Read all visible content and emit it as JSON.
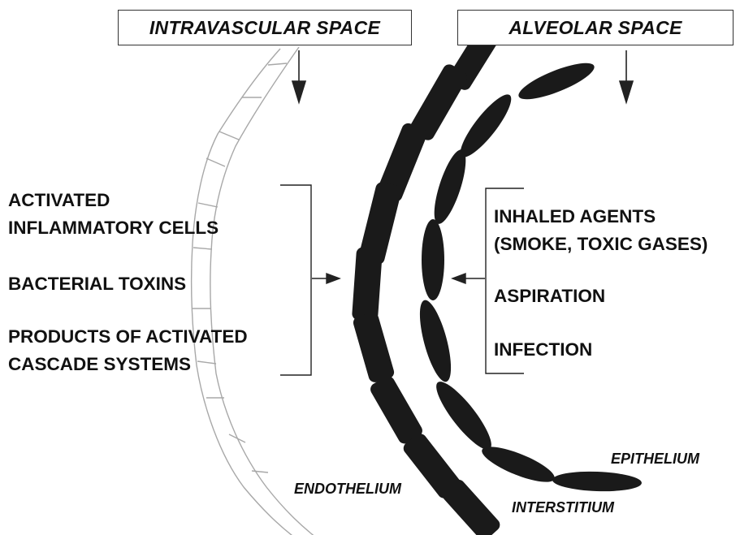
{
  "headers": {
    "intravascular": "INTRAVASCULAR  SPACE",
    "alveolar": "ALVEOLAR  SPACE"
  },
  "intravascular_factors": {
    "activated_cells_line1": "ACTIVATED",
    "activated_cells_line2": "INFLAMMATORY CELLS",
    "bacterial_toxins": "BACTERIAL TOXINS",
    "cascade_line1": "PRODUCTS OF ACTIVATED",
    "cascade_line2": "CASCADE SYSTEMS"
  },
  "alveolar_factors": {
    "inhaled_line1": "INHALED AGENTS",
    "inhaled_line2": "(SMOKE, TOXIC GASES)",
    "aspiration": "ASPIRATION",
    "infection": "INFECTION"
  },
  "layer_labels": {
    "endothelium": "ENDOTHELIUM",
    "epithelium": "EPITHELIUM",
    "interstitium": "INTERSTITIUM"
  },
  "colors": {
    "cells_dark": "#1a1a1a",
    "endothelium_outline": "#9a9a9a",
    "lines": "#222222"
  }
}
